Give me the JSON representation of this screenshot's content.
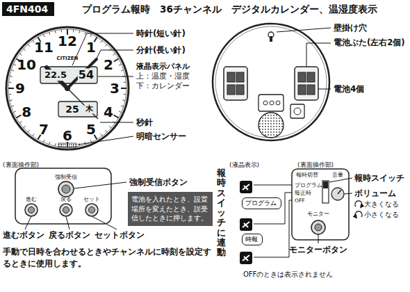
{
  "diagram": {
    "title": "プログラム報時　36チャンネル　デジタルカレンダー、温湿度表示",
    "nodes": [
      {
        "text": [
          "4FN404"
        ]
      },
      {
        "text": [
          "電池を入れたとき、設置場所を変えたとき、誤受信したときに押します。"
        ]
      },
      {
        "text": [
          "プログラム"
        ]
      },
      {
        "text": [
          "時報"
        ]
      }
    ],
    "labels": [
      "時針(短い針)",
      "分針(長い針)",
      "液晶表示パネル",
      "上：温度・湿度",
      "下：カレンダー",
      "秒針",
      "明暗センサー",
      "CITIZEN",
      "12",
      "1",
      "2",
      "3",
      "4",
      "5",
      "6",
      "7",
      "8",
      "9",
      "10",
      "11",
      "22.5",
      "54",
      "25",
      "木",
      "壁掛け穴",
      "電池ぶた(左右2個)",
      "電池4個",
      "(裏面操作部)",
      "強制受信",
      "進む",
      "戻る",
      "セット",
      "強制受信ボタン",
      "進むボタン",
      "戻るボタン",
      "セットボタン",
      "手動で日時を合わせるときやチャンネルに時刻を設定するときに使用します。",
      "(液晶表示)",
      "(裏面操作部)",
      "報時スイッチに連動",
      "報時切替",
      "プログラム",
      "毎正時",
      "OFF",
      "音量",
      "モニター",
      "報時スイッチ",
      "ボリューム",
      "大きくなる",
      "小さくなる",
      "モニターボタン",
      "OFFのときは表示されません"
    ]
  }
}
